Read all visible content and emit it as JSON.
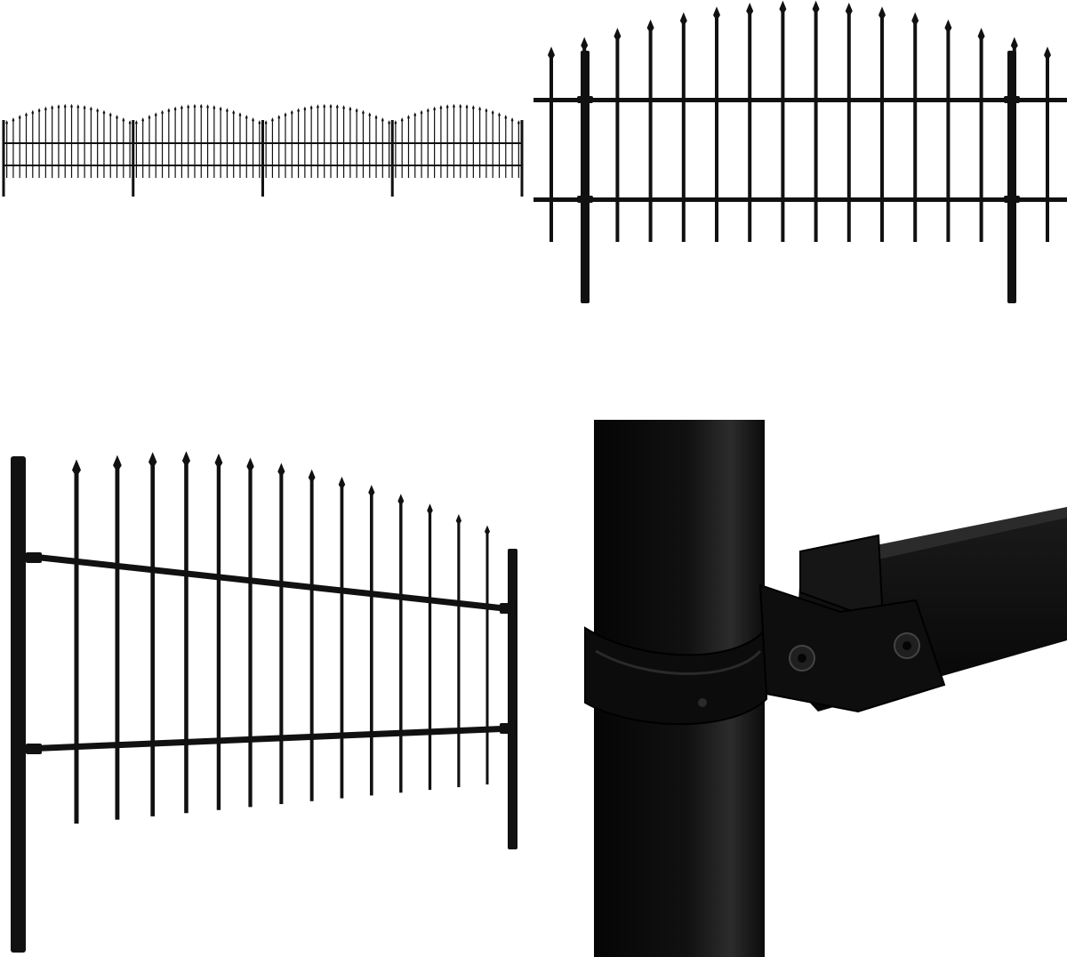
{
  "gallery": {
    "panels": [
      {
        "view": "full-fence-overview",
        "sections": 4,
        "spikes_per_section": 20
      },
      {
        "view": "single-section-front",
        "spikes": 16
      },
      {
        "view": "single-section-perspective",
        "spikes": 14
      },
      {
        "view": "post-bracket-closeup",
        "bolts": 2
      }
    ]
  },
  "colors": {
    "background": "#ffffff",
    "fence": "#111111",
    "bracket_dark": "#0a0a0a",
    "post_highlight": "#3a3a3a"
  }
}
